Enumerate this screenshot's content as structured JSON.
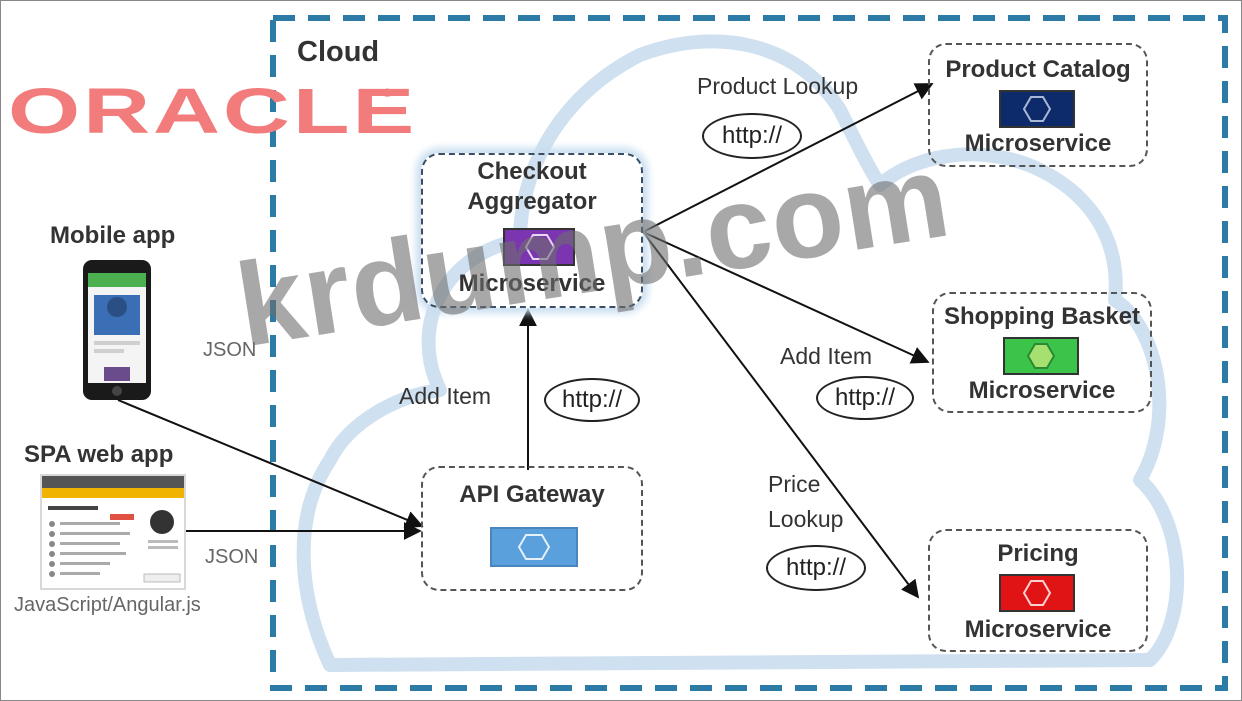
{
  "logo": {
    "text": "ORACLE",
    "reg": "®",
    "color": "#f27c7c"
  },
  "cloud_label": "Cloud",
  "clients": {
    "mobile": {
      "label": "Mobile app"
    },
    "spa": {
      "label": "SPA web app",
      "caption": "JavaScript/Angular.js"
    }
  },
  "edges": {
    "mobile_json": "JSON",
    "spa_json": "JSON",
    "add_item_checkout": "Add Item",
    "add_item_basket": "Add Item",
    "product_lookup": "Product Lookup",
    "price_lookup_1": "Price",
    "price_lookup_2": "Lookup",
    "http": "http://"
  },
  "nodes": {
    "checkout": {
      "title_1": "Checkout",
      "title_2": "Aggregator",
      "subtitle": "Microservice",
      "icon": "microservice-icon",
      "color": "#7b35b0"
    },
    "gateway": {
      "title": "API Gateway",
      "icon": "microservice-icon",
      "color": "#5aa0dd"
    },
    "catalog": {
      "title": "Product Catalog",
      "subtitle": "Microservice",
      "icon": "microservice-icon",
      "color": "#0d2b6b"
    },
    "basket": {
      "title": "Shopping Basket",
      "subtitle": "Microservice",
      "icon": "microservice-icon",
      "color": "#3cc34a"
    },
    "pricing": {
      "title": "Pricing",
      "subtitle": "Microservice",
      "icon": "microservice-icon",
      "color": "#e01414"
    }
  },
  "watermark": "krdump.com",
  "colors": {
    "cloud_border": "#2b7ba6",
    "cloud_shape": "#cfe0f0"
  }
}
